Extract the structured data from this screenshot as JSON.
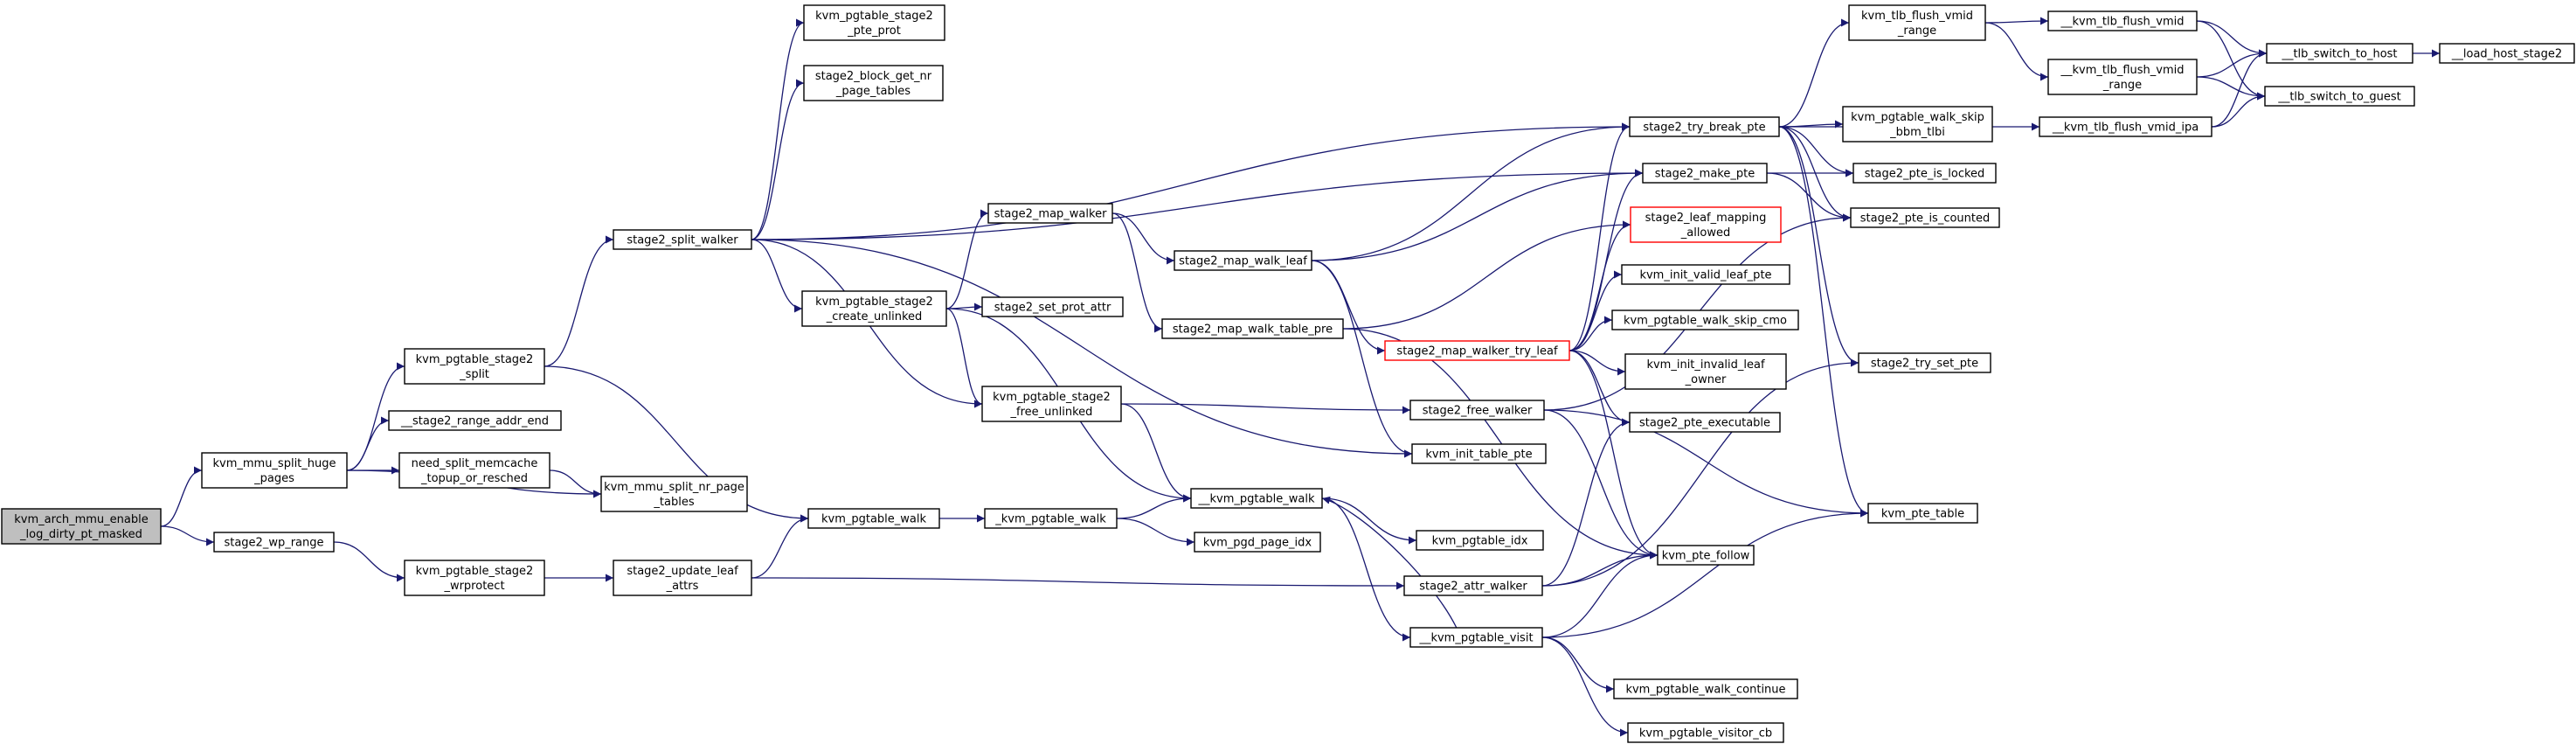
{
  "colors": {
    "edge": "#191970",
    "root_fill": "#bfbfbf",
    "truncated_border": "#ff0000",
    "node_border": "#000000"
  },
  "nodes": [
    {
      "id": "root",
      "lines": [
        "kvm_arch_mmu_enable",
        "_log_dirty_pt_masked"
      ],
      "root": true
    },
    {
      "id": "split_huge",
      "lines": [
        "kvm_mmu_split_huge",
        "_pages"
      ]
    },
    {
      "id": "wp_range",
      "lines": [
        "stage2_wp_range"
      ]
    },
    {
      "id": "pgt_split",
      "lines": [
        "kvm_pgtable_stage2",
        "_split"
      ]
    },
    {
      "id": "range_addr_end",
      "lines": [
        "__stage2_range_addr_end"
      ]
    },
    {
      "id": "need_split",
      "lines": [
        "need_split_memcache",
        "_topup_or_resched"
      ]
    },
    {
      "id": "nr_page_tables",
      "lines": [
        "kvm_mmu_split_nr_page",
        "_tables"
      ]
    },
    {
      "id": "wrprotect",
      "lines": [
        "kvm_pgtable_stage2",
        "_wrprotect"
      ]
    },
    {
      "id": "split_walker",
      "lines": [
        "stage2_split_walker"
      ]
    },
    {
      "id": "update_leaf",
      "lines": [
        "stage2_update_leaf",
        "_attrs"
      ]
    },
    {
      "id": "pte_prot",
      "lines": [
        "kvm_pgtable_stage2",
        "_pte_prot"
      ]
    },
    {
      "id": "block_get_nr",
      "lines": [
        "stage2_block_get_nr",
        "_page_tables"
      ]
    },
    {
      "id": "create_unlinked",
      "lines": [
        "kvm_pgtable_stage2",
        "_create_unlinked"
      ]
    },
    {
      "id": "free_unlinked",
      "lines": [
        "kvm_pgtable_stage2",
        "_free_unlinked"
      ]
    },
    {
      "id": "pgtable_walk",
      "lines": [
        "kvm_pgtable_walk"
      ]
    },
    {
      "id": "map_walker",
      "lines": [
        "stage2_map_walker"
      ]
    },
    {
      "id": "set_prot_attr",
      "lines": [
        "stage2_set_prot_attr"
      ]
    },
    {
      "id": "_pgtable_walk",
      "lines": [
        "_kvm_pgtable_walk"
      ]
    },
    {
      "id": "map_walk_leaf",
      "lines": [
        "stage2_map_walk_leaf"
      ]
    },
    {
      "id": "map_walk_table_pre",
      "lines": [
        "stage2_map_walk_table_pre"
      ]
    },
    {
      "id": "__pgtable_walk",
      "lines": [
        "__kvm_pgtable_walk"
      ]
    },
    {
      "id": "pgd_page_idx",
      "lines": [
        "kvm_pgd_page_idx"
      ]
    },
    {
      "id": "try_leaf",
      "lines": [
        "stage2_map_walker_try_leaf"
      ],
      "truncated": true
    },
    {
      "id": "free_walker",
      "lines": [
        "stage2_free_walker"
      ]
    },
    {
      "id": "init_table_pte",
      "lines": [
        "kvm_init_table_pte"
      ]
    },
    {
      "id": "pgtable_idx",
      "lines": [
        "kvm_pgtable_idx"
      ]
    },
    {
      "id": "attr_walker",
      "lines": [
        "stage2_attr_walker"
      ]
    },
    {
      "id": "pgtable_visit",
      "lines": [
        "__kvm_pgtable_visit"
      ]
    },
    {
      "id": "try_break_pte",
      "lines": [
        "stage2_try_break_pte"
      ]
    },
    {
      "id": "make_pte",
      "lines": [
        "stage2_make_pte"
      ]
    },
    {
      "id": "leaf_mapping_allowed",
      "lines": [
        "stage2_leaf_mapping",
        "_allowed"
      ],
      "truncated": true
    },
    {
      "id": "init_valid_leaf",
      "lines": [
        "kvm_init_valid_leaf_pte"
      ]
    },
    {
      "id": "walk_skip_cmo",
      "lines": [
        "kvm_pgtable_walk_skip_cmo"
      ]
    },
    {
      "id": "init_invalid_leaf",
      "lines": [
        "kvm_init_invalid_leaf",
        "_owner"
      ]
    },
    {
      "id": "pte_executable",
      "lines": [
        "stage2_pte_executable"
      ]
    },
    {
      "id": "pte_follow",
      "lines": [
        "kvm_pte_follow"
      ]
    },
    {
      "id": "walk_continue",
      "lines": [
        "kvm_pgtable_walk_continue"
      ]
    },
    {
      "id": "visitor_cb",
      "lines": [
        "kvm_pgtable_visitor_cb"
      ]
    },
    {
      "id": "tlb_flush_vmid_range",
      "lines": [
        "kvm_tlb_flush_vmid",
        "_range"
      ]
    },
    {
      "id": "walk_skip_bbm",
      "lines": [
        "kvm_pgtable_walk_skip",
        "_bbm_tlbi"
      ]
    },
    {
      "id": "pte_is_locked",
      "lines": [
        "stage2_pte_is_locked"
      ]
    },
    {
      "id": "pte_is_counted",
      "lines": [
        "stage2_pte_is_counted"
      ]
    },
    {
      "id": "try_set_pte",
      "lines": [
        "stage2_try_set_pte"
      ]
    },
    {
      "id": "pte_table",
      "lines": [
        "kvm_pte_table"
      ]
    },
    {
      "id": "__tlb_flush_vmid",
      "lines": [
        "__kvm_tlb_flush_vmid"
      ]
    },
    {
      "id": "__tlb_flush_vmid_range",
      "lines": [
        "__kvm_tlb_flush_vmid",
        "_range"
      ]
    },
    {
      "id": "__tlb_flush_vmid_ipa",
      "lines": [
        "__kvm_tlb_flush_vmid_ipa"
      ]
    },
    {
      "id": "tlb_switch_to_host",
      "lines": [
        "__tlb_switch_to_host"
      ]
    },
    {
      "id": "tlb_switch_to_guest",
      "lines": [
        "__tlb_switch_to_guest"
      ]
    },
    {
      "id": "load_host_stage2",
      "lines": [
        "__load_host_stage2"
      ]
    }
  ],
  "edges": [
    [
      "root",
      "split_huge"
    ],
    [
      "root",
      "wp_range"
    ],
    [
      "split_huge",
      "pgt_split"
    ],
    [
      "split_huge",
      "range_addr_end"
    ],
    [
      "split_huge",
      "need_split"
    ],
    [
      "split_huge",
      "nr_page_tables"
    ],
    [
      "need_split",
      "nr_page_tables"
    ],
    [
      "wp_range",
      "wrprotect"
    ],
    [
      "pgt_split",
      "split_walker"
    ],
    [
      "pgt_split",
      "pgtable_walk"
    ],
    [
      "wrprotect",
      "update_leaf"
    ],
    [
      "update_leaf",
      "pgtable_walk"
    ],
    [
      "update_leaf",
      "attr_walker"
    ],
    [
      "split_walker",
      "pte_prot"
    ],
    [
      "split_walker",
      "block_get_nr"
    ],
    [
      "split_walker",
      "create_unlinked"
    ],
    [
      "split_walker",
      "free_unlinked"
    ],
    [
      "split_walker",
      "try_break_pte"
    ],
    [
      "split_walker",
      "make_pte"
    ],
    [
      "split_walker",
      "init_table_pte"
    ],
    [
      "create_unlinked",
      "map_walker"
    ],
    [
      "create_unlinked",
      "set_prot_attr"
    ],
    [
      "create_unlinked",
      "free_unlinked"
    ],
    [
      "create_unlinked",
      "__pgtable_walk"
    ],
    [
      "free_unlinked",
      "free_walker"
    ],
    [
      "free_unlinked",
      "__pgtable_walk"
    ],
    [
      "pgtable_walk",
      "_pgtable_walk"
    ],
    [
      "_pgtable_walk",
      "__pgtable_walk"
    ],
    [
      "_pgtable_walk",
      "pgd_page_idx"
    ],
    [
      "map_walker",
      "map_walk_leaf"
    ],
    [
      "map_walker",
      "map_walk_table_pre"
    ],
    [
      "map_walk_leaf",
      "try_break_pte"
    ],
    [
      "map_walk_leaf",
      "make_pte"
    ],
    [
      "map_walk_leaf",
      "try_leaf"
    ],
    [
      "map_walk_leaf",
      "init_table_pte"
    ],
    [
      "map_walk_table_pre",
      "leaf_mapping_allowed"
    ],
    [
      "map_walk_table_pre",
      "pte_follow"
    ],
    [
      "__pgtable_walk",
      "pgtable_idx"
    ],
    [
      "__pgtable_walk",
      "pgtable_visit"
    ],
    [
      "try_leaf",
      "try_break_pte"
    ],
    [
      "try_leaf",
      "make_pte"
    ],
    [
      "try_leaf",
      "leaf_mapping_allowed"
    ],
    [
      "try_leaf",
      "init_valid_leaf"
    ],
    [
      "try_leaf",
      "walk_skip_cmo"
    ],
    [
      "try_leaf",
      "init_invalid_leaf"
    ],
    [
      "try_leaf",
      "pte_executable"
    ],
    [
      "try_leaf",
      "pte_follow"
    ],
    [
      "free_walker",
      "pte_is_counted"
    ],
    [
      "free_walker",
      "pte_table"
    ],
    [
      "free_walker",
      "pte_follow"
    ],
    [
      "attr_walker",
      "pte_executable"
    ],
    [
      "attr_walker",
      "pte_follow"
    ],
    [
      "attr_walker",
      "try_set_pte"
    ],
    [
      "pgtable_visit",
      "__pgtable_walk"
    ],
    [
      "pgtable_visit",
      "pte_follow"
    ],
    [
      "pgtable_visit",
      "pte_table"
    ],
    [
      "pgtable_visit",
      "walk_continue"
    ],
    [
      "pgtable_visit",
      "visitor_cb"
    ],
    [
      "try_break_pte",
      "tlb_flush_vmid_range"
    ],
    [
      "try_break_pte",
      "walk_skip_bbm"
    ],
    [
      "try_break_pte",
      "pte_is_locked"
    ],
    [
      "try_break_pte",
      "pte_is_counted"
    ],
    [
      "try_break_pte",
      "try_set_pte"
    ],
    [
      "try_break_pte",
      "pte_table"
    ],
    [
      "try_break_pte",
      "__tlb_flush_vmid_ipa"
    ],
    [
      "make_pte",
      "pte_is_locked"
    ],
    [
      "make_pte",
      "pte_is_counted"
    ],
    [
      "tlb_flush_vmid_range",
      "__tlb_flush_vmid"
    ],
    [
      "tlb_flush_vmid_range",
      "__tlb_flush_vmid_range"
    ],
    [
      "__tlb_flush_vmid",
      "tlb_switch_to_host"
    ],
    [
      "__tlb_flush_vmid",
      "tlb_switch_to_guest"
    ],
    [
      "__tlb_flush_vmid_range",
      "tlb_switch_to_host"
    ],
    [
      "__tlb_flush_vmid_range",
      "tlb_switch_to_guest"
    ],
    [
      "__tlb_flush_vmid_ipa",
      "tlb_switch_to_host"
    ],
    [
      "__tlb_flush_vmid_ipa",
      "tlb_switch_to_guest"
    ],
    [
      "tlb_switch_to_host",
      "load_host_stage2"
    ]
  ]
}
